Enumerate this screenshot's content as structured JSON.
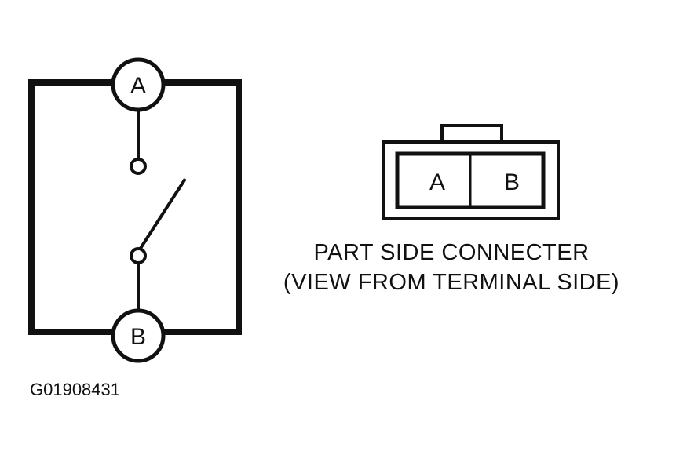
{
  "switch_diagram": {
    "terminal_top_label": "A",
    "terminal_bottom_label": "B"
  },
  "connector": {
    "cell_left_label": "A",
    "cell_right_label": "B",
    "caption_line1": "PART SIDE CONNECTER",
    "caption_line2": "(VIEW FROM TERMINAL SIDE)"
  },
  "figure_id": "G01908431",
  "colors": {
    "ink": "#111111",
    "background": "#ffffff"
  }
}
